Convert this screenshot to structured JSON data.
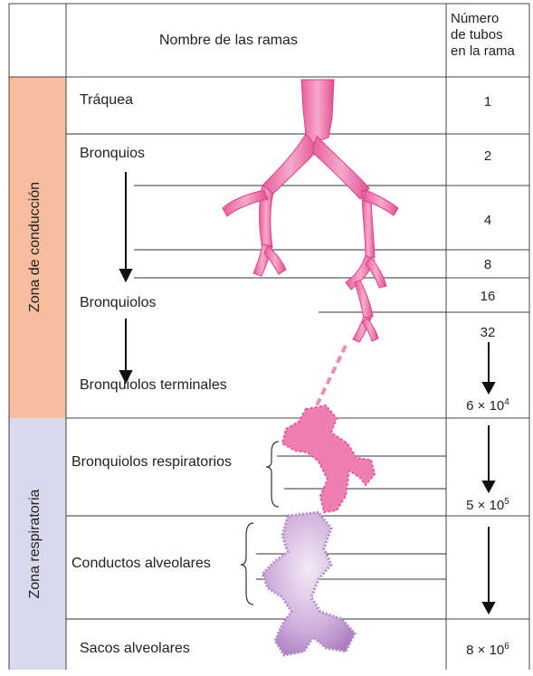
{
  "header": {
    "branch_names": "Nombre de las ramas",
    "tube_count_line1": "Número",
    "tube_count_line2": "de tubos",
    "tube_count_line3": "en la rama"
  },
  "zones": {
    "conduction": "Zona de conducción",
    "respiratory": "Zona respiratoria"
  },
  "branches": [
    "Tráquea",
    "Bronquios",
    "Bronquiolos",
    "Bronquiolos terminales",
    "Bronquiolos respiratorios",
    "Conductos alveolares",
    "Sacos alveolares"
  ],
  "counts": [
    "1",
    "2",
    "4",
    "8",
    "16",
    "32"
  ],
  "counts_exp": [
    {
      "base": "6 × 10",
      "exp": "4"
    },
    {
      "base": "5 × 10",
      "exp": "5"
    },
    {
      "base": "8 × 10",
      "exp": "6"
    }
  ],
  "colors": {
    "conduction_zone": "#f7bd9f",
    "respiratory_zone": "#d9d8ec",
    "airway_pink": "#ef7fb2",
    "alveoli_purple": "#cfb0dc"
  }
}
